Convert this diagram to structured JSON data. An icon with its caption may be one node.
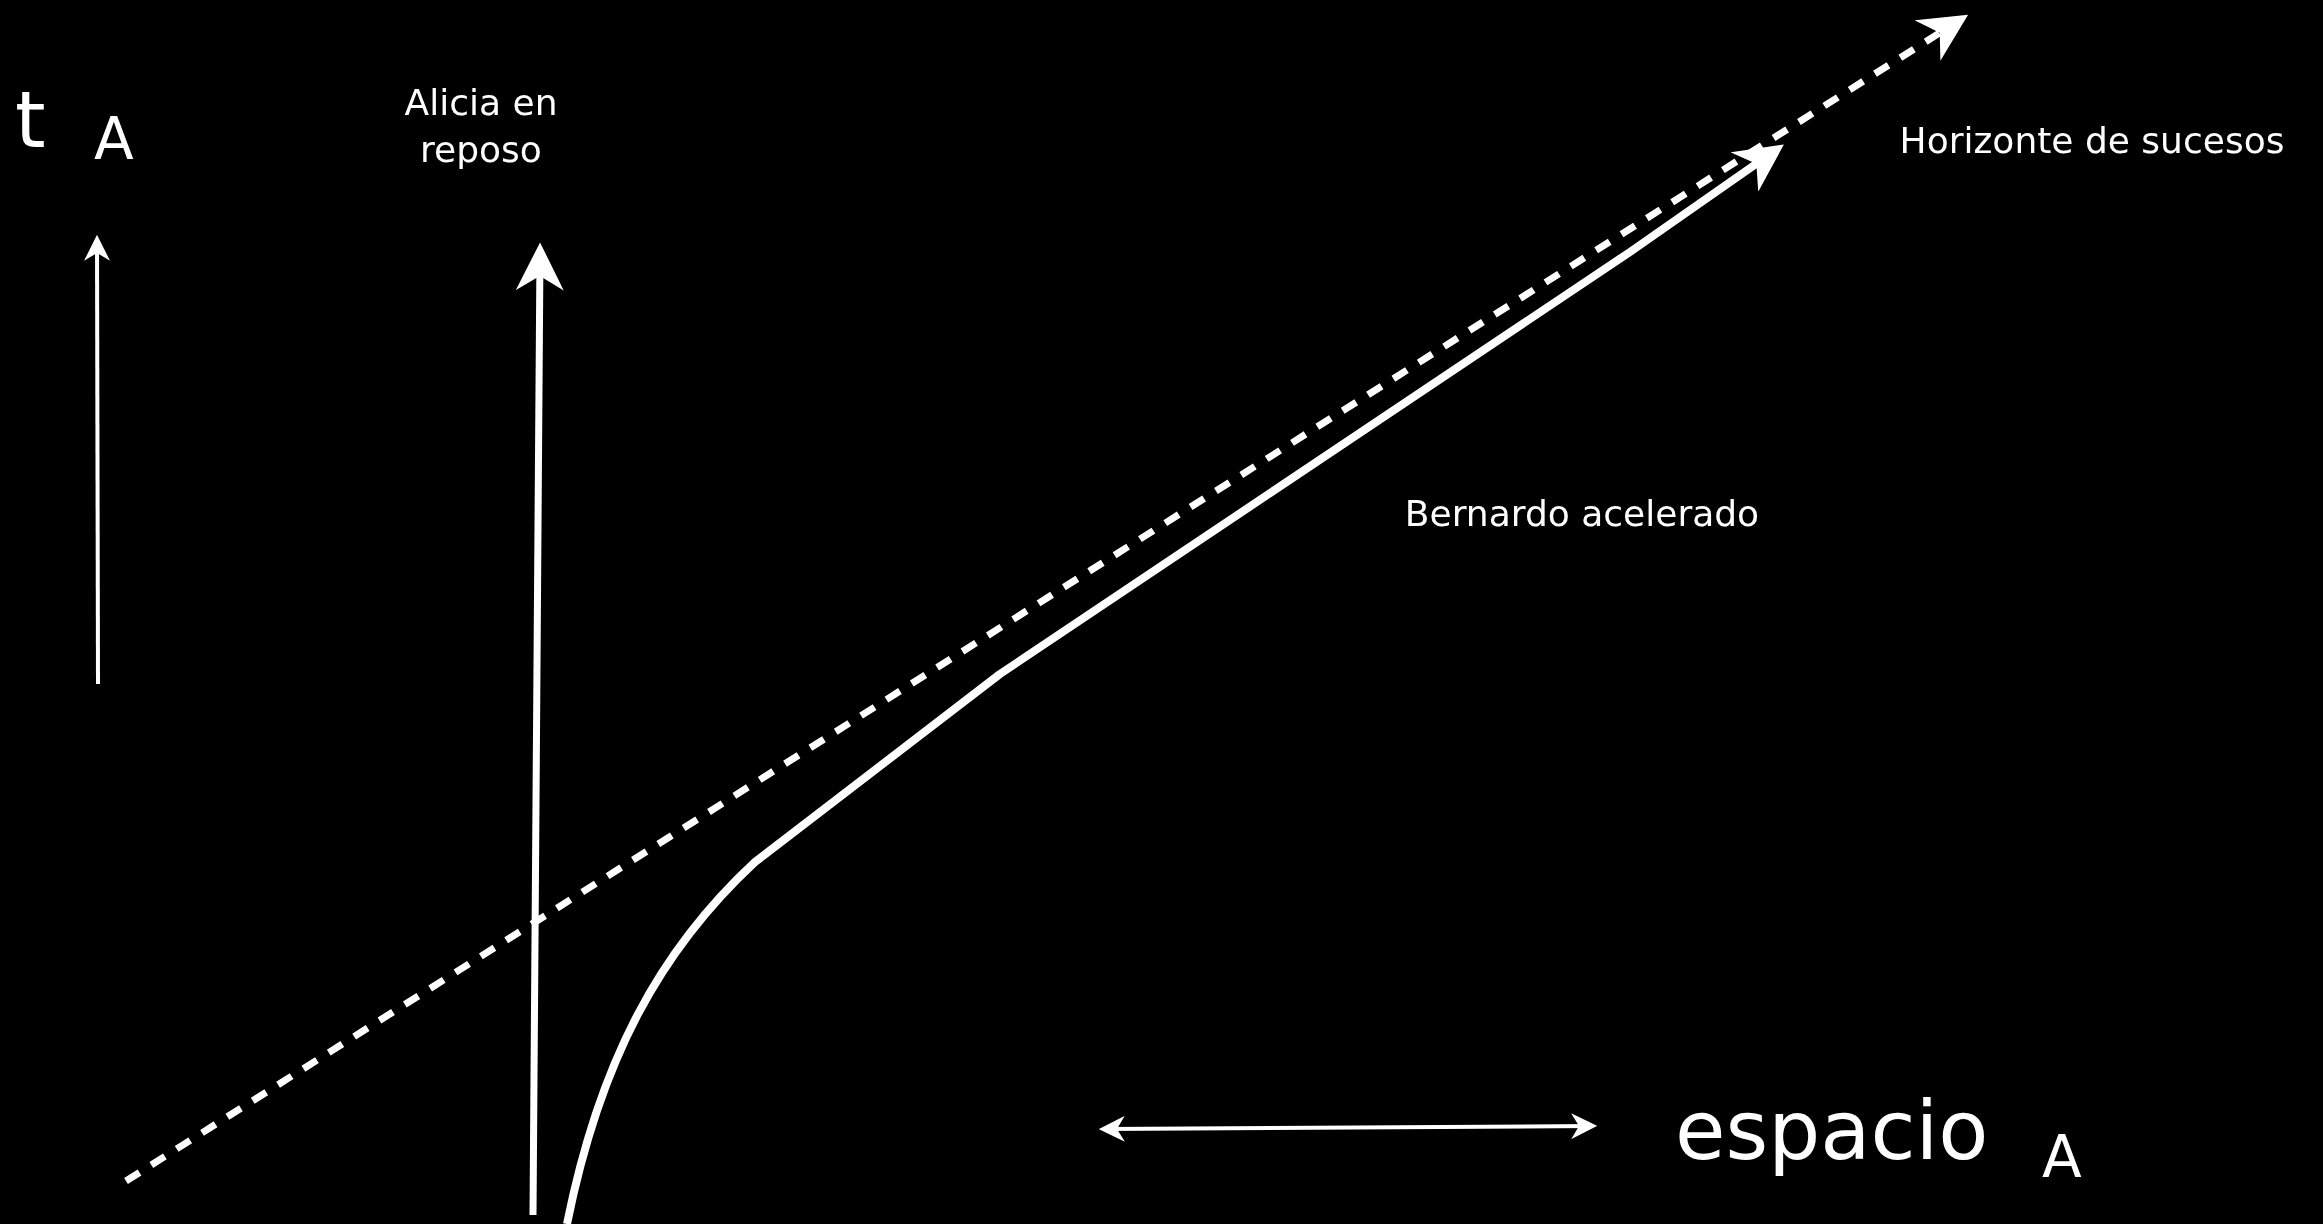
{
  "diagram": {
    "labels": [
      "t",
      "A",
      "Alicia en reposo",
      "Horizonte de sucesos",
      "Bernardo acelerado",
      "espacio",
      "A"
    ]
  }
}
